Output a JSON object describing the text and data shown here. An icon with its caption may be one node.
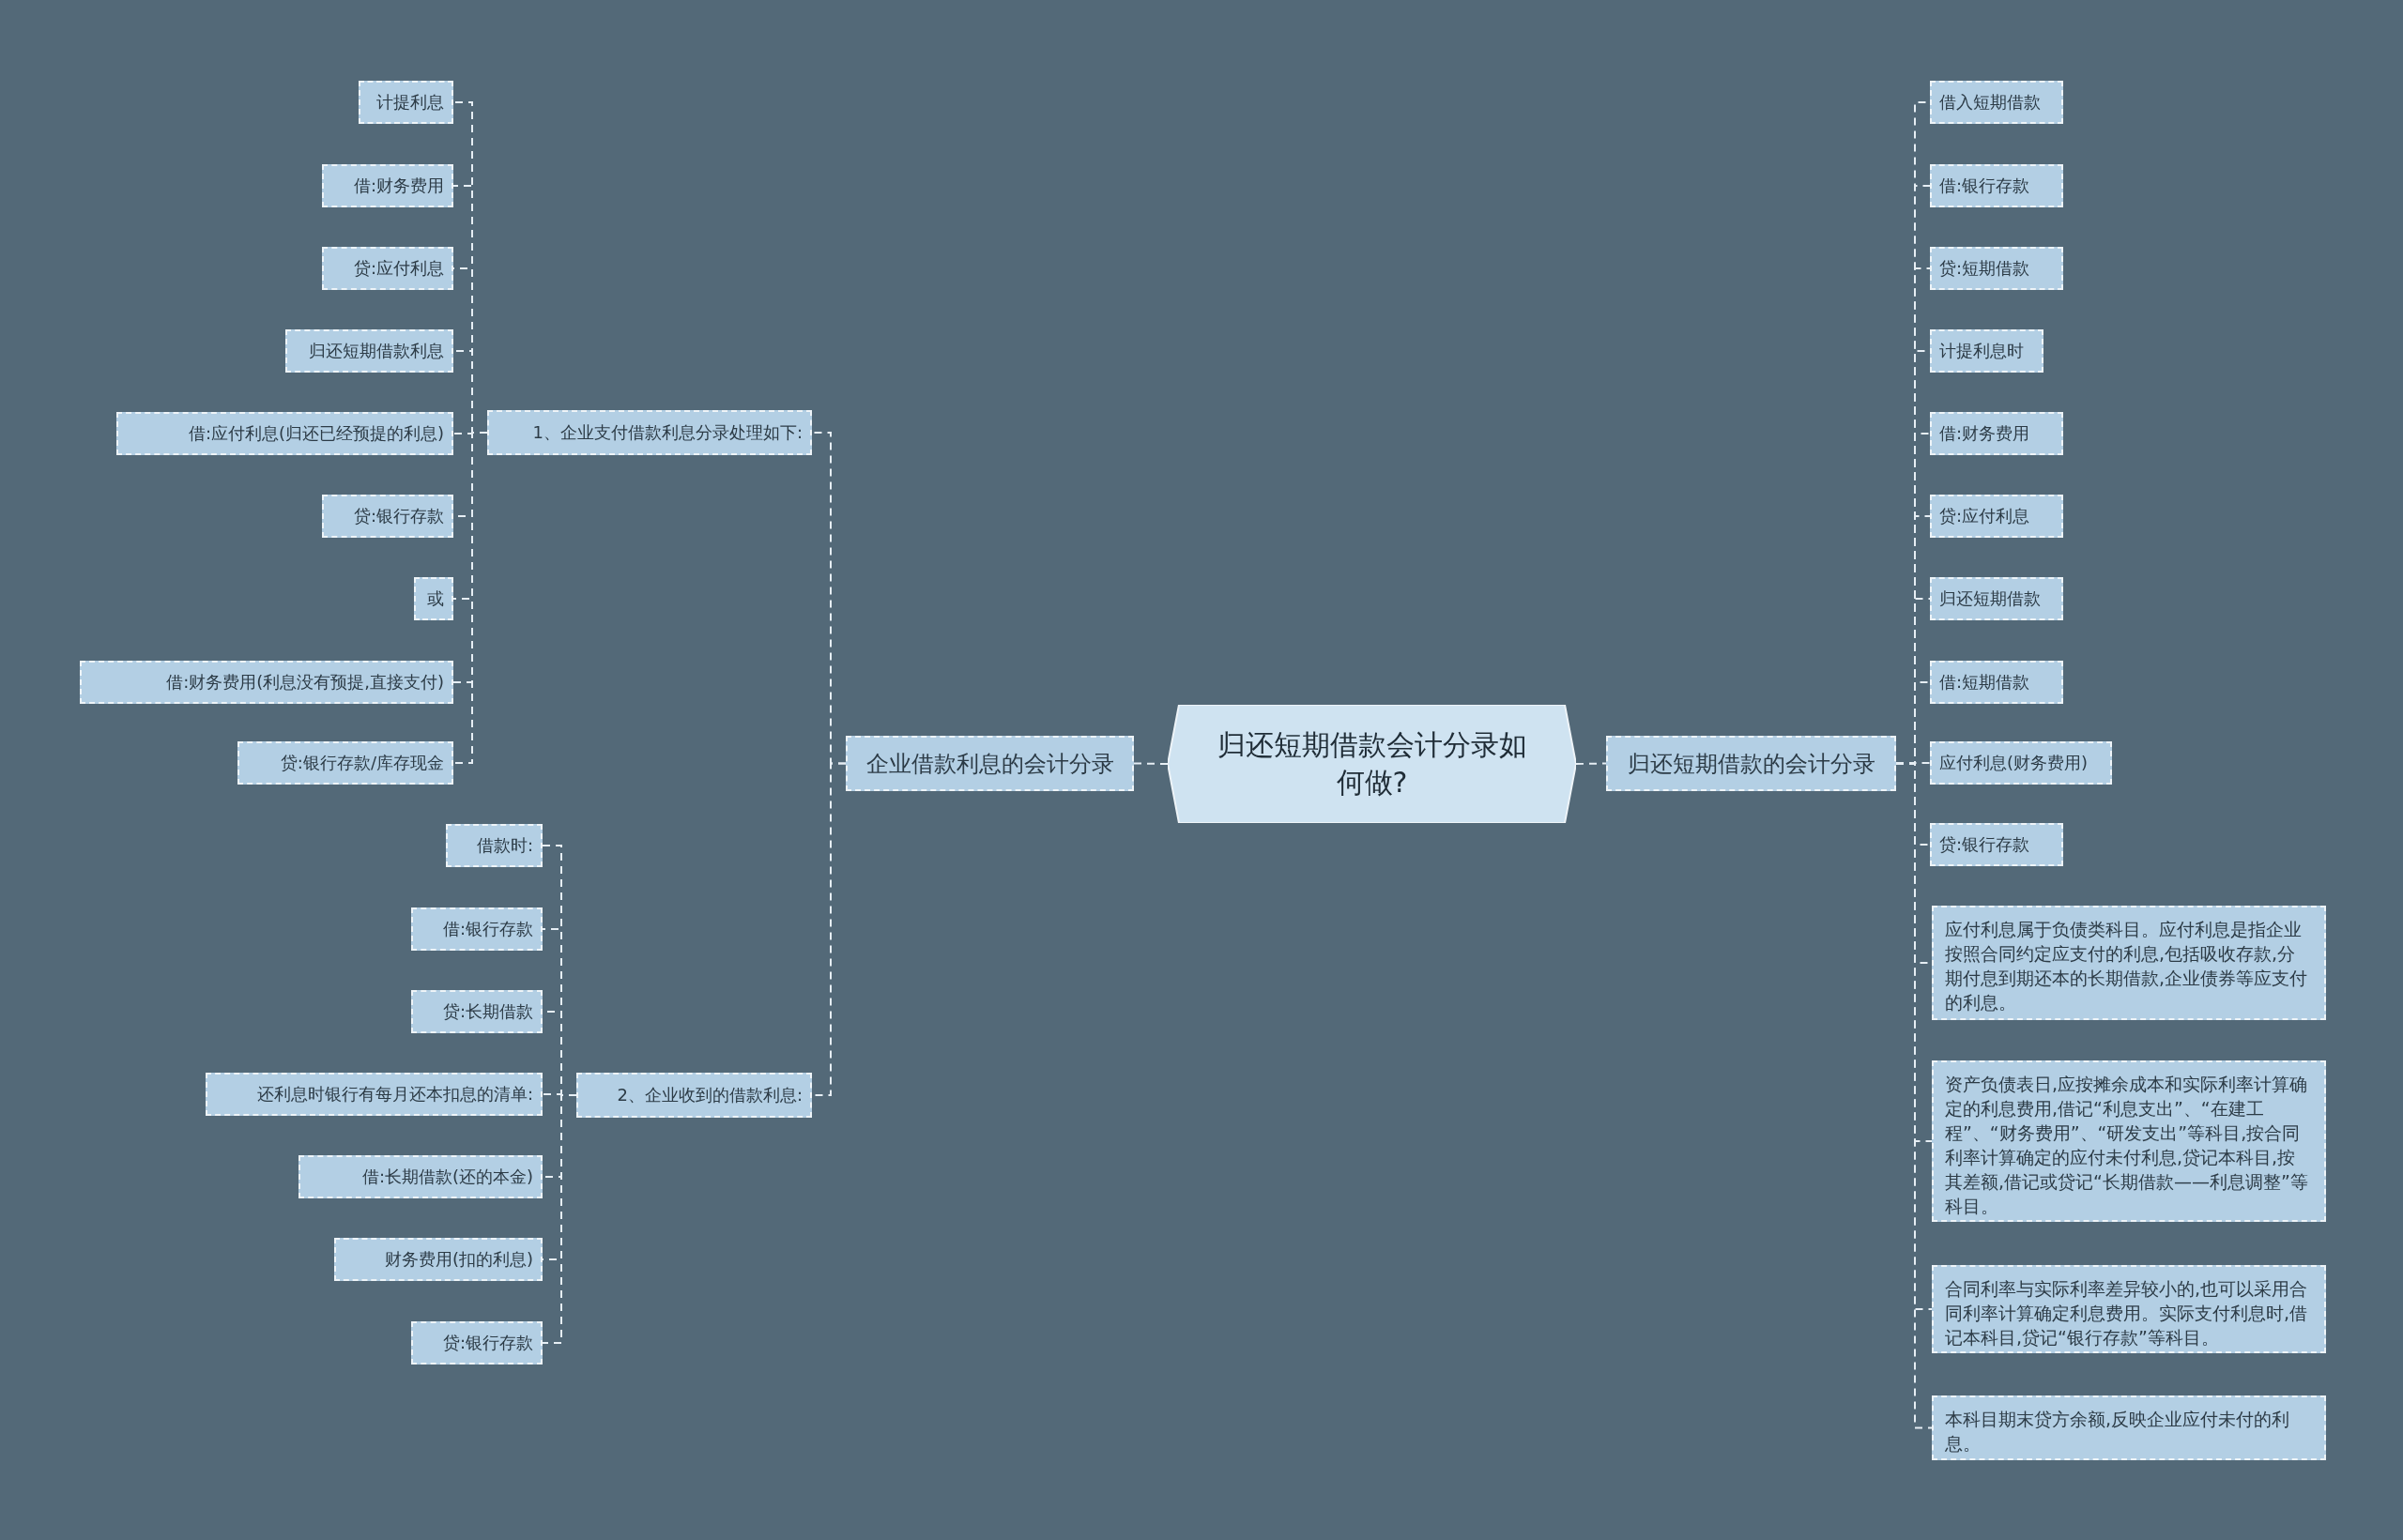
{
  "diagram": {
    "nodes": [
      {
        "text": [
          "归还短期借款会计分录如何做?"
        ]
      },
      {
        "text": [
          "企业借款利息的会计分录"
        ]
      },
      {
        "text": [
          "1、企业支付借款利息分录处理如下:"
        ]
      },
      {
        "text": [
          "计提利息"
        ]
      },
      {
        "text": [
          "借:财务费用"
        ]
      },
      {
        "text": [
          "贷:应付利息"
        ]
      },
      {
        "text": [
          "归还短期借款利息"
        ]
      },
      {
        "text": [
          "借:应付利息(归还已经预提的利息)"
        ]
      },
      {
        "text": [
          "贷:银行存款"
        ]
      },
      {
        "text": [
          "或"
        ]
      },
      {
        "text": [
          "借:财务费用(利息没有预提,直接支付)"
        ]
      },
      {
        "text": [
          "贷:银行存款/库存现金"
        ]
      },
      {
        "text": [
          "2、企业收到的借款利息:"
        ]
      },
      {
        "text": [
          "借款时:"
        ]
      },
      {
        "text": [
          "借:银行存款"
        ]
      },
      {
        "text": [
          "贷:长期借款"
        ]
      },
      {
        "text": [
          "还利息时银行有每月还本扣息的清单:"
        ]
      },
      {
        "text": [
          "借:长期借款(还的本金)"
        ]
      },
      {
        "text": [
          "财务费用(扣的利息)"
        ]
      },
      {
        "text": [
          "贷:银行存款"
        ]
      },
      {
        "text": [
          "归还短期借款的会计分录"
        ]
      },
      {
        "text": [
          "借入短期借款"
        ]
      },
      {
        "text": [
          "借:银行存款"
        ]
      },
      {
        "text": [
          "贷:短期借款"
        ]
      },
      {
        "text": [
          "计提利息时"
        ]
      },
      {
        "text": [
          "借:财务费用"
        ]
      },
      {
        "text": [
          "贷:应付利息"
        ]
      },
      {
        "text": [
          "归还短期借款"
        ]
      },
      {
        "text": [
          "借:短期借款"
        ]
      },
      {
        "text": [
          "应付利息(财务费用)"
        ]
      },
      {
        "text": [
          "贷:银行存款"
        ]
      },
      {
        "text": [
          "应付利息属于负债类科目。应付利息是指企业按照合同约定应支付的利息,包括吸收存款,分期付息到期还本的长期借款,企业债券等应支付的利息。"
        ]
      },
      {
        "text": [
          "资产负债表日,应按摊余成本和实际利率计算确定的利息费用,借记“利息支出”、“在建工程”、“财务费用”、“研发支出”等科目,按合同利率计算确定的应付未付利息,贷记本科目,按其差额,借记或贷记“长期借款——利息调整”等科目。"
        ]
      },
      {
        "text": [
          "合同利率与实际利率差异较小的,也可以采用合同利率计算确定利息费用。实际支付利息时,借记本科目,贷记“银行存款”等科目。"
        ]
      },
      {
        "text": [
          "本科目期末贷方余额,反映企业应付未付的利息。"
        ]
      }
    ],
    "edges": [
      {
        "from": 0,
        "to": 1,
        "arrow": "none"
      },
      {
        "from": 1,
        "to": 2,
        "arrow": "none"
      },
      {
        "from": 2,
        "to": 3,
        "arrow": "none"
      },
      {
        "from": 2,
        "to": 4,
        "arrow": "none"
      },
      {
        "from": 2,
        "to": 5,
        "arrow": "none"
      },
      {
        "from": 2,
        "to": 6,
        "arrow": "none"
      },
      {
        "from": 2,
        "to": 7,
        "arrow": "none"
      },
      {
        "from": 2,
        "to": 8,
        "arrow": "none"
      },
      {
        "from": 2,
        "to": 9,
        "arrow": "none"
      },
      {
        "from": 2,
        "to": 10,
        "arrow": "none"
      },
      {
        "from": 2,
        "to": 11,
        "arrow": "none"
      },
      {
        "from": 1,
        "to": 12,
        "arrow": "none"
      },
      {
        "from": 12,
        "to": 13,
        "arrow": "none"
      },
      {
        "from": 12,
        "to": 14,
        "arrow": "none"
      },
      {
        "from": 12,
        "to": 15,
        "arrow": "none"
      },
      {
        "from": 12,
        "to": 16,
        "arrow": "none"
      },
      {
        "from": 12,
        "to": 17,
        "arrow": "none"
      },
      {
        "from": 12,
        "to": 18,
        "arrow": "none"
      },
      {
        "from": 12,
        "to": 19,
        "arrow": "none"
      },
      {
        "from": 0,
        "to": 20,
        "arrow": "none"
      },
      {
        "from": 20,
        "to": 21,
        "arrow": "none"
      },
      {
        "from": 20,
        "to": 22,
        "arrow": "none"
      },
      {
        "from": 20,
        "to": 23,
        "arrow": "none"
      },
      {
        "from": 20,
        "to": 24,
        "arrow": "none"
      },
      {
        "from": 20,
        "to": 25,
        "arrow": "none"
      },
      {
        "from": 20,
        "to": 26,
        "arrow": "none"
      },
      {
        "from": 20,
        "to": 27,
        "arrow": "none"
      },
      {
        "from": 20,
        "to": 28,
        "arrow": "none"
      },
      {
        "from": 20,
        "to": 29,
        "arrow": "none"
      },
      {
        "from": 20,
        "to": 30,
        "arrow": "none"
      },
      {
        "from": 20,
        "to": 31,
        "arrow": "none"
      },
      {
        "from": 20,
        "to": 32,
        "arrow": "none"
      },
      {
        "from": 20,
        "to": 33,
        "arrow": "none"
      },
      {
        "from": 20,
        "to": 34,
        "arrow": "none"
      }
    ]
  }
}
